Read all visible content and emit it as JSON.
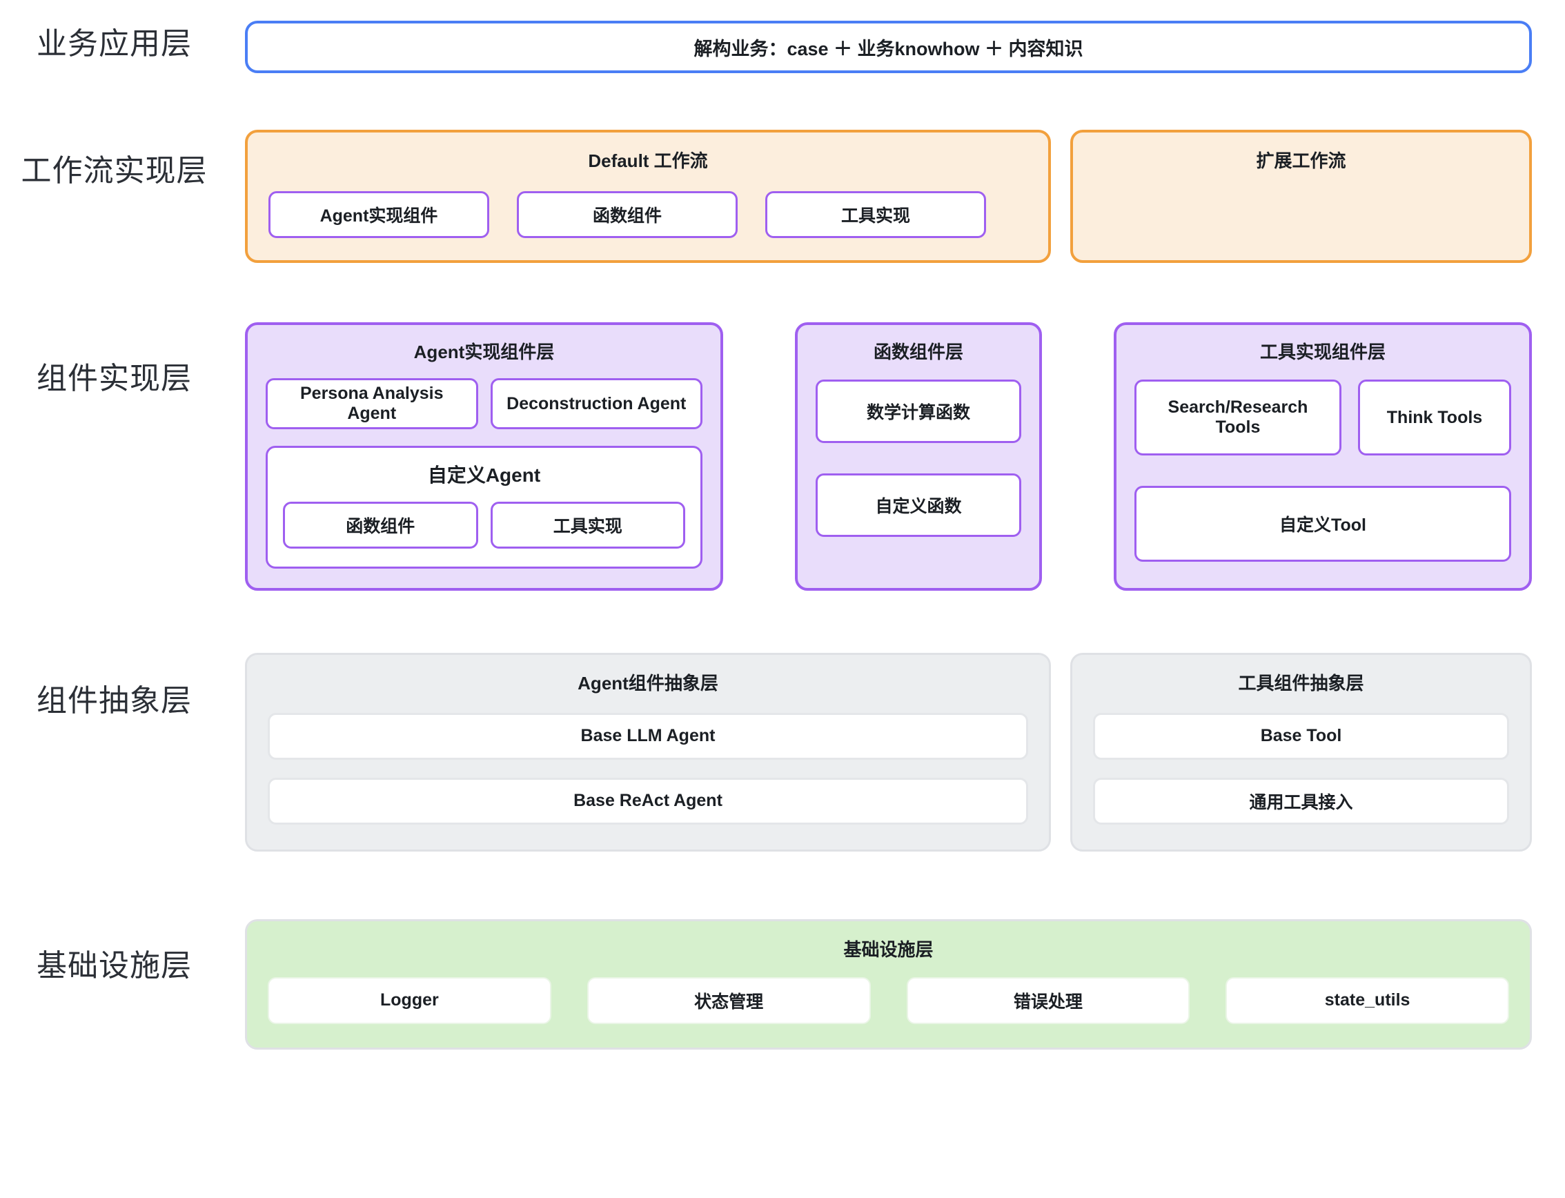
{
  "colors": {
    "business_border": "#4a7ef5",
    "workflow_fill": "#fceedd",
    "workflow_border": "#f2a03d",
    "component_fill": "#e9ddfb",
    "component_border": "#9f5ff0",
    "abstract_fill": "#eceef0",
    "abstract_border": "#dfe1e5",
    "infra_fill": "#d6f0cd",
    "text": "#1b1f24"
  },
  "layers": {
    "business": {
      "label": "业务应用层",
      "banner": "解构业务：case ＋ 业务knowhow ＋ 内容知识"
    },
    "workflow": {
      "label": "工作流实现层",
      "default_workflow": {
        "title": "Default 工作流",
        "chips": [
          "Agent实现组件",
          "函数组件",
          "工具实现"
        ]
      },
      "extended_workflow": {
        "title": "扩展工作流",
        "chips": []
      }
    },
    "component": {
      "label": "组件实现层",
      "agent_panel": {
        "title": "Agent实现组件层",
        "chips": [
          "Persona Analysis Agent",
          "Deconstruction Agent"
        ],
        "custom_agent": {
          "title": "自定义Agent",
          "chips": [
            "函数组件",
            "工具实现"
          ]
        }
      },
      "function_panel": {
        "title": "函数组件层",
        "chips": [
          "数学计算函数",
          "自定义函数"
        ]
      },
      "tool_panel": {
        "title": "工具实现组件层",
        "top_chips": [
          "Search/Research Tools",
          "Think Tools"
        ],
        "bottom_chip": "自定义Tool"
      }
    },
    "abstract": {
      "label": "组件抽象层",
      "agent_panel": {
        "title": "Agent组件抽象层",
        "chips": [
          "Base LLM Agent",
          "Base ReAct Agent"
        ]
      },
      "tool_panel": {
        "title": "工具组件抽象层",
        "chips": [
          "Base Tool",
          "通用工具接入"
        ]
      }
    },
    "infra": {
      "label": "基础设施层",
      "panel": {
        "title": "基础设施层",
        "chips": [
          "Logger",
          "状态管理",
          "错误处理",
          "state_utils"
        ]
      }
    }
  }
}
